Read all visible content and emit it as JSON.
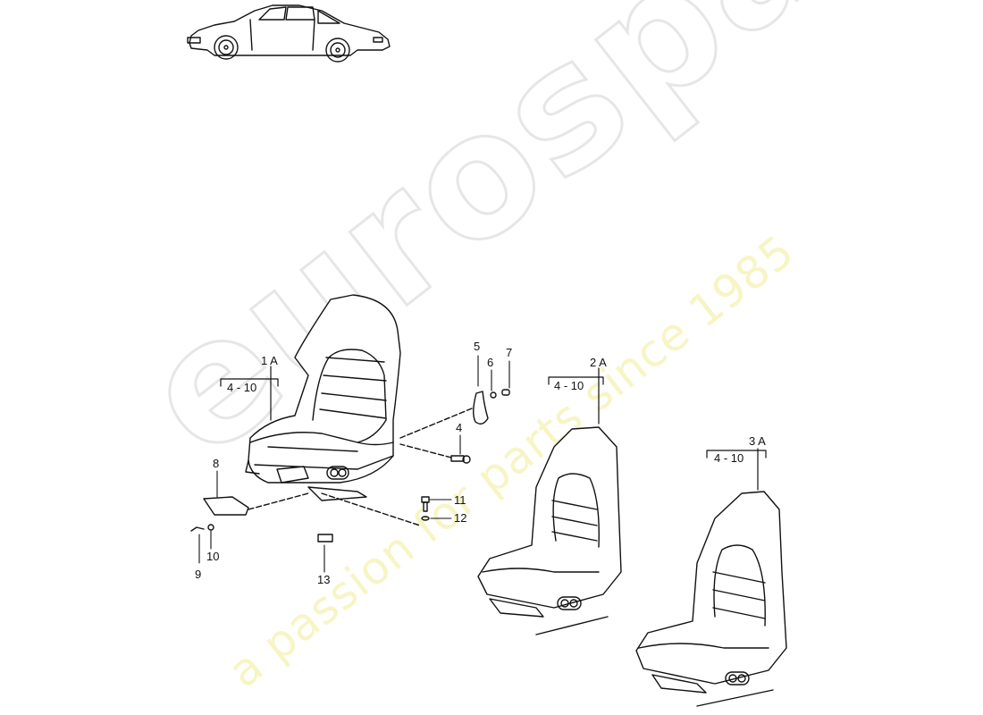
{
  "diagram": {
    "title_vehicle": "Porsche 911 coupe side view",
    "watermark": {
      "brand": "eurospares",
      "tagline": "a passion for parts since 1985",
      "brand_color": "#e6e6e6",
      "tagline_color": "#f7f5c4"
    },
    "callouts": [
      {
        "id": "1A",
        "label": "1 A",
        "range": "4 - 10"
      },
      {
        "id": "2A",
        "label": "2 A",
        "range": "4 - 10"
      },
      {
        "id": "3A",
        "label": "3 A",
        "range": "4 - 10"
      }
    ],
    "part_numbers": [
      "4",
      "5",
      "6",
      "7",
      "8",
      "9",
      "10",
      "11",
      "12",
      "13"
    ],
    "assemblies": [
      {
        "id": "seat-1A",
        "description": "Sports seat with perforated upholstery (exploded)"
      },
      {
        "id": "seat-2A",
        "description": "Sports seat with perforated centre panels"
      },
      {
        "id": "seat-3A",
        "description": "Sports seat with plain centre panels"
      }
    ]
  }
}
